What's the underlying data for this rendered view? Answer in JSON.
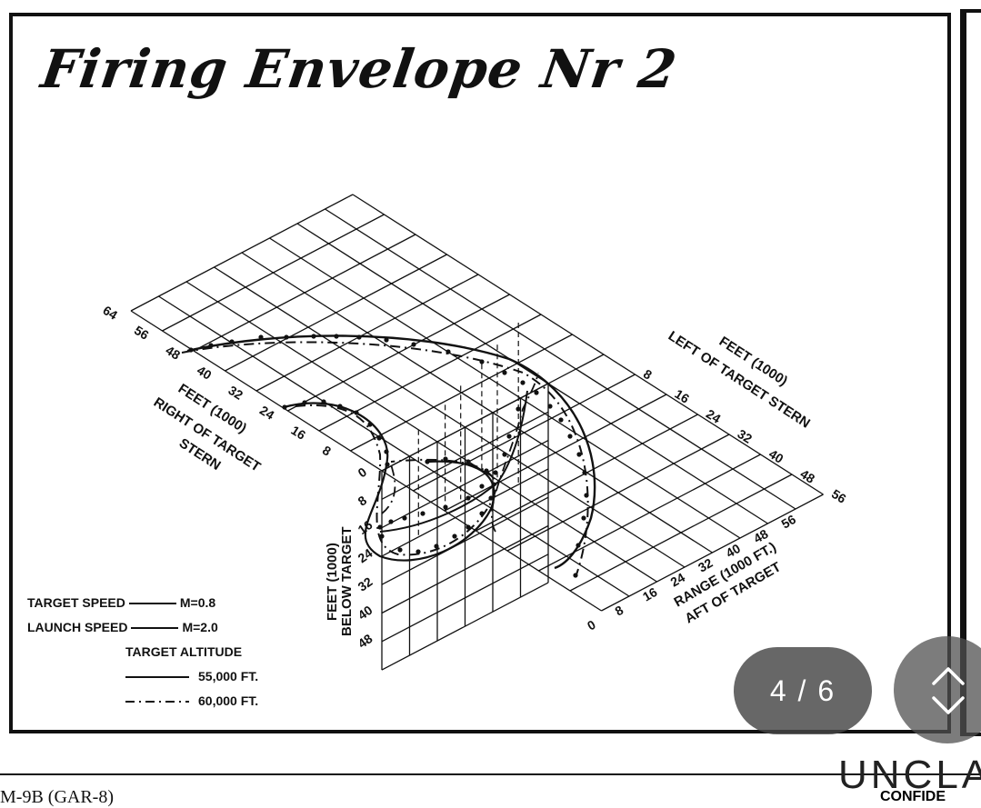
{
  "document": {
    "title": "Firing Envelope Nr 2",
    "footer_text": "M-9B (GAR-8)",
    "stamp_top": "UNCLA",
    "stamp_bottom": "CONFIDE"
  },
  "chart_labels": {
    "right_axis_title": [
      "FEET (1000)",
      "RIGHT OF TARGET",
      "STERN"
    ],
    "left_axis_title": [
      "FEET (1000)",
      "LEFT OF TARGET STERN"
    ],
    "range_axis_title": [
      "RANGE (1000 FT.)",
      "AFT OF TARGET"
    ],
    "below_axis_title": [
      "FEET (1000)",
      "BELOW TARGET"
    ],
    "right_ticks": [
      "64",
      "56",
      "48",
      "40",
      "32",
      "24",
      "16",
      "8"
    ],
    "left_ticks": [
      "8",
      "16",
      "24",
      "32",
      "40",
      "48",
      "56"
    ],
    "range_ticks": [
      "0",
      "8",
      "16",
      "24",
      "32",
      "40",
      "48",
      "56"
    ],
    "below_ticks": [
      "0",
      "8",
      "16",
      "24",
      "32",
      "40",
      "48"
    ]
  },
  "legend": {
    "target_speed_label": "TARGET SPEED",
    "target_speed_value": "M=0.8",
    "launch_speed_label": "LAUNCH SPEED",
    "launch_speed_value": "M=2.0",
    "altitude_heading": "TARGET ALTITUDE",
    "solid_label": "55,000 FT.",
    "dashdot_label": "60,000 FT."
  },
  "viewer": {
    "page_counter": "4 / 6",
    "current_page": 4,
    "total_pages": 6,
    "scroll_icon": "chevron-up-down-icon",
    "overlay_color": "#4a4a4a"
  }
}
